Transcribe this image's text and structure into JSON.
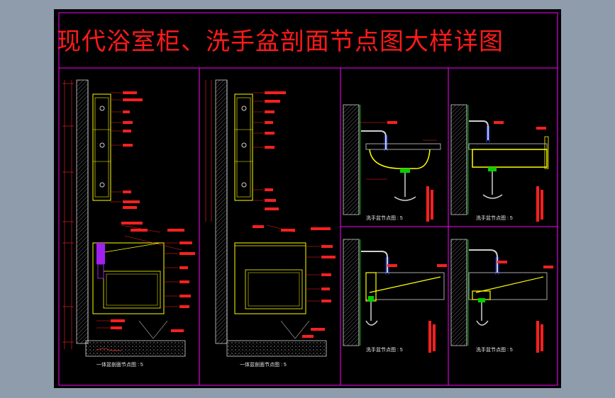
{
  "title": "现代浴室柜、洗手盆剖面节点图大样详图",
  "captions": {
    "left_1": "一体盆剖面节点图 : 5",
    "left_2": "一体盆剖面节点图 : 5",
    "right_top_1": "洗手盆节点图 : 5",
    "right_top_2": "洗手盆节点图 : 5",
    "right_bottom_1": "洗手盆节点图 : 5",
    "right_bottom_2": "洗手盆节点图 : 5"
  },
  "colors": {
    "background": "#8e9cac",
    "sheet": "#000000",
    "frame": "#ff00ff",
    "title": "#ff1a1a",
    "annotation": "#ff2020",
    "structure": "#d0d0d0",
    "cabinet": "#ffff00",
    "water": "#2040ff",
    "pipe": "#00d000"
  }
}
